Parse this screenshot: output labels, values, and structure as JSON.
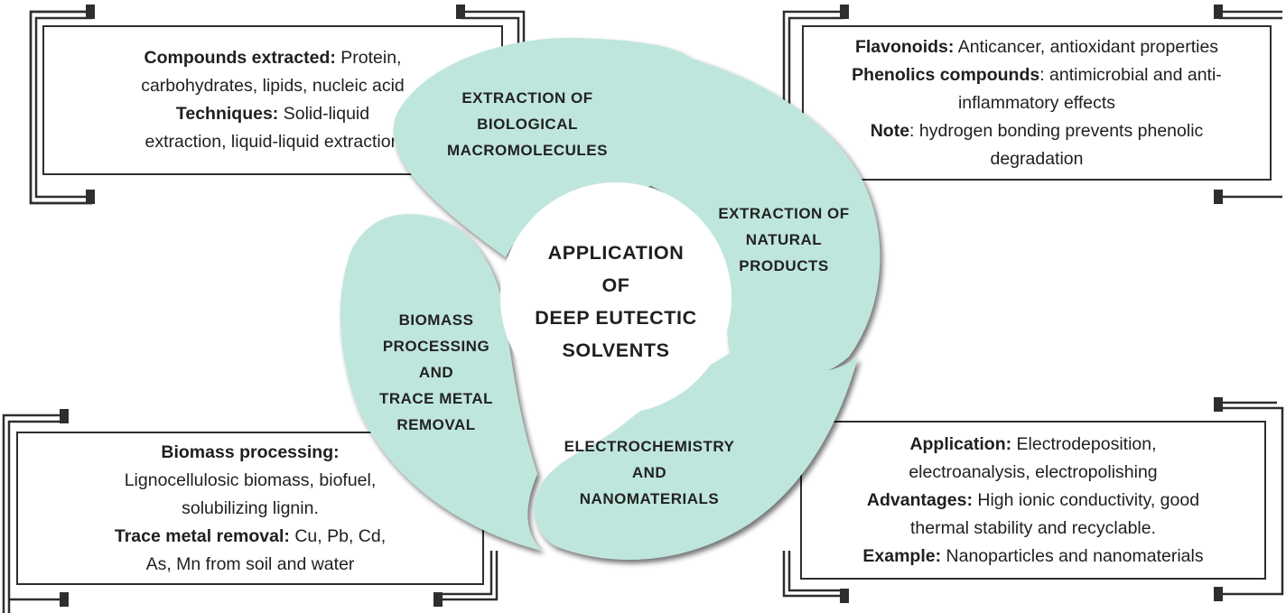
{
  "center": {
    "lines": [
      "APPLICATION",
      "OF",
      "DEEP EUTECTIC",
      "SOLVENTS"
    ]
  },
  "petals": {
    "top": [
      "EXTRACTION OF",
      "BIOLOGICAL",
      "MACROMOLECULES"
    ],
    "right": [
      "EXTRACTION OF",
      "NATURAL",
      "PRODUCTS"
    ],
    "bottom": [
      "ELECTROCHEMISTRY",
      "AND",
      "NANOMATERIALS"
    ],
    "left": [
      "BIOMASS",
      "PROCESSING",
      "AND",
      "TRACE METAL",
      "REMOVAL"
    ]
  },
  "boxes": {
    "top_left": {
      "l1_b": "Compounds extracted:",
      "l1_t": " Protein,",
      "l2": "carbohydrates, lipids, nucleic acid",
      "l3_b": "Techniques:",
      "l3_t": " Solid-liquid",
      "l4": "extraction, liquid-liquid extraction"
    },
    "top_right": {
      "l1_b": "Flavonoids:",
      "l1_t": " Anticancer, antioxidant properties",
      "l2_b": "Phenolics compounds",
      "l2_t": ": antimicrobial and anti-",
      "l3": "inflammatory effects",
      "l4_b": "Note",
      "l4_t": ": hydrogen bonding prevents phenolic",
      "l5": "degradation"
    },
    "bottom_left": {
      "l1_b": "Biomass processing:",
      "l2": "Lignocellulosic biomass, biofuel,",
      "l3": "solubilizing lignin.",
      "l4_b": "Trace metal removal:",
      "l4_t": " Cu, Pb, Cd,",
      "l5": "As, Mn from soil and water"
    },
    "bottom_right": {
      "l1_b": "Application:",
      "l1_t": " Electrodeposition,",
      "l2": "electroanalysis, electropolishing",
      "l3_b": "Advantages:",
      "l3_t": " High ionic conductivity, good",
      "l4": "thermal stability and recyclable.",
      "l5_b": "Example:",
      "l5_t": " Nanoparticles and nanomaterials"
    }
  },
  "colors": {
    "petal": "#bfe6dd",
    "petal_shadow": "#9a9a9a",
    "frame": "#2e2e2e"
  }
}
